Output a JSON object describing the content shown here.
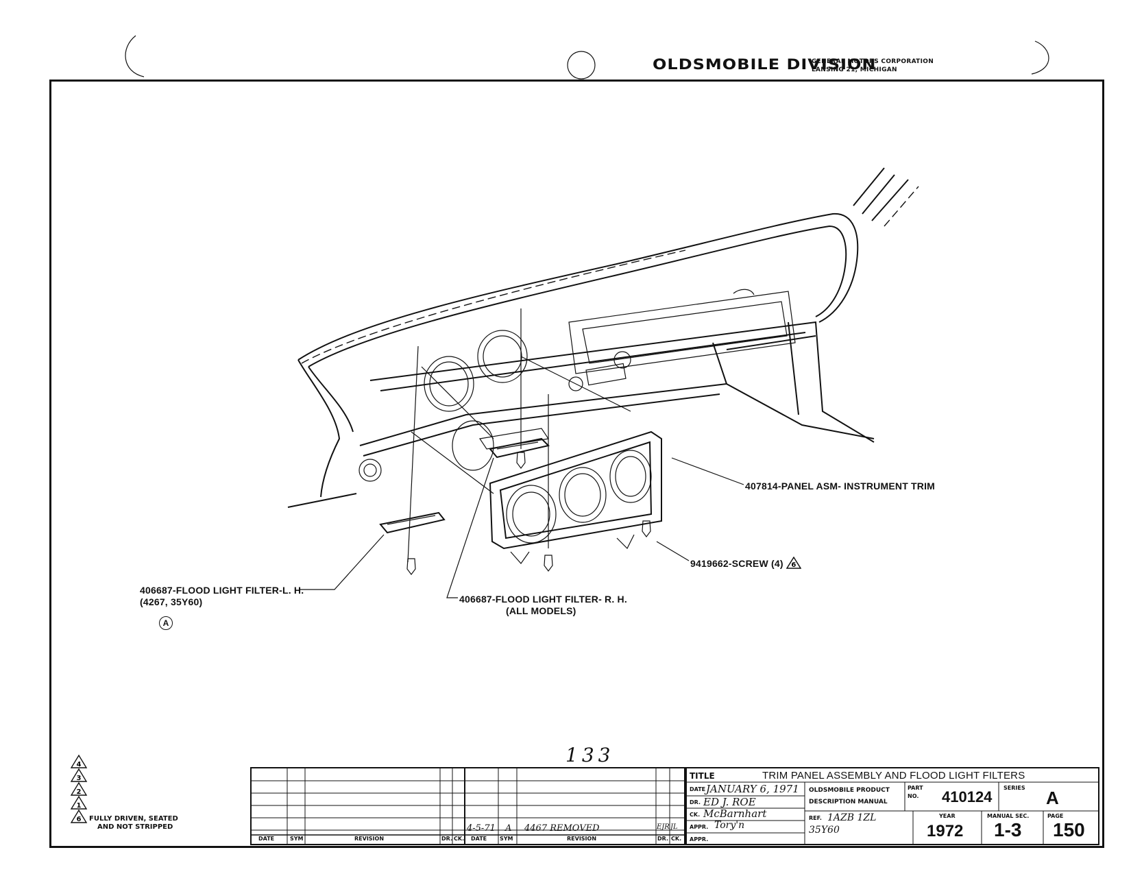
{
  "header": {
    "division": "OLDSMOBILE DIVISION",
    "corporation": "GENERAL MOTORS CORPORATION",
    "location": "LANSING 21, MICHIGAN"
  },
  "callouts": {
    "panel_asm": "407814-PANEL ASM- INSTRUMENT TRIM",
    "screw": "9419662-SCREW (4)",
    "screw_symbol": "6",
    "filter_lh": "406687-FLOOD LIGHT FILTER-L. H.",
    "filter_lh_models": "(4267, 35Y60)",
    "filter_lh_note": "A",
    "filter_rh": "406687-FLOOD LIGHT FILTER- R. H.",
    "filter_rh_models": "(ALL MODELS)"
  },
  "page_handwritten_number": "133",
  "legend": {
    "symbols": [
      "4",
      "3",
      "2",
      "1",
      "6"
    ],
    "note_line1": "FULLY DRIVEN, SEATED",
    "note_line2": "AND NOT STRIPPED"
  },
  "revision_block": {
    "headers": [
      "DATE",
      "SYM",
      "REVISION",
      "DR.",
      "CK.",
      "DATE",
      "SYM",
      "REVISION",
      "DR.",
      "CK."
    ],
    "entry": {
      "date": "4-5-71",
      "sym": "A",
      "revision": "4467 REMOVED",
      "dr": "EJR",
      "ck": "JL"
    }
  },
  "title_block": {
    "title_label": "TITLE",
    "title": "TRIM PANEL ASSEMBLY AND FLOOD LIGHT FILTERS",
    "date_label": "DATE",
    "date": "JANUARY 6, 1971",
    "dr_label": "DR.",
    "dr": "ED J. ROE",
    "ck_label": "CK.",
    "ck": "McBarnhart",
    "appr_label": "APPR.",
    "appr": "Tory'n",
    "appr2_label": "APPR.",
    "manual_name_1": "OLDSMOBILE PRODUCT",
    "manual_name_2": "DESCRIPTION MANUAL",
    "ref_label": "REF.",
    "ref": "1AZB 1ZL",
    "ref2": "35Y60",
    "part_label": "PART",
    "part_no_label": "NO.",
    "part_no": "410124",
    "series_label": "SERIES",
    "series": "A",
    "year_label": "YEAR",
    "year": "1972",
    "manual_sec_label": "MANUAL SEC.",
    "manual_sec": "1-3",
    "page_label": "PAGE",
    "page": "150"
  }
}
